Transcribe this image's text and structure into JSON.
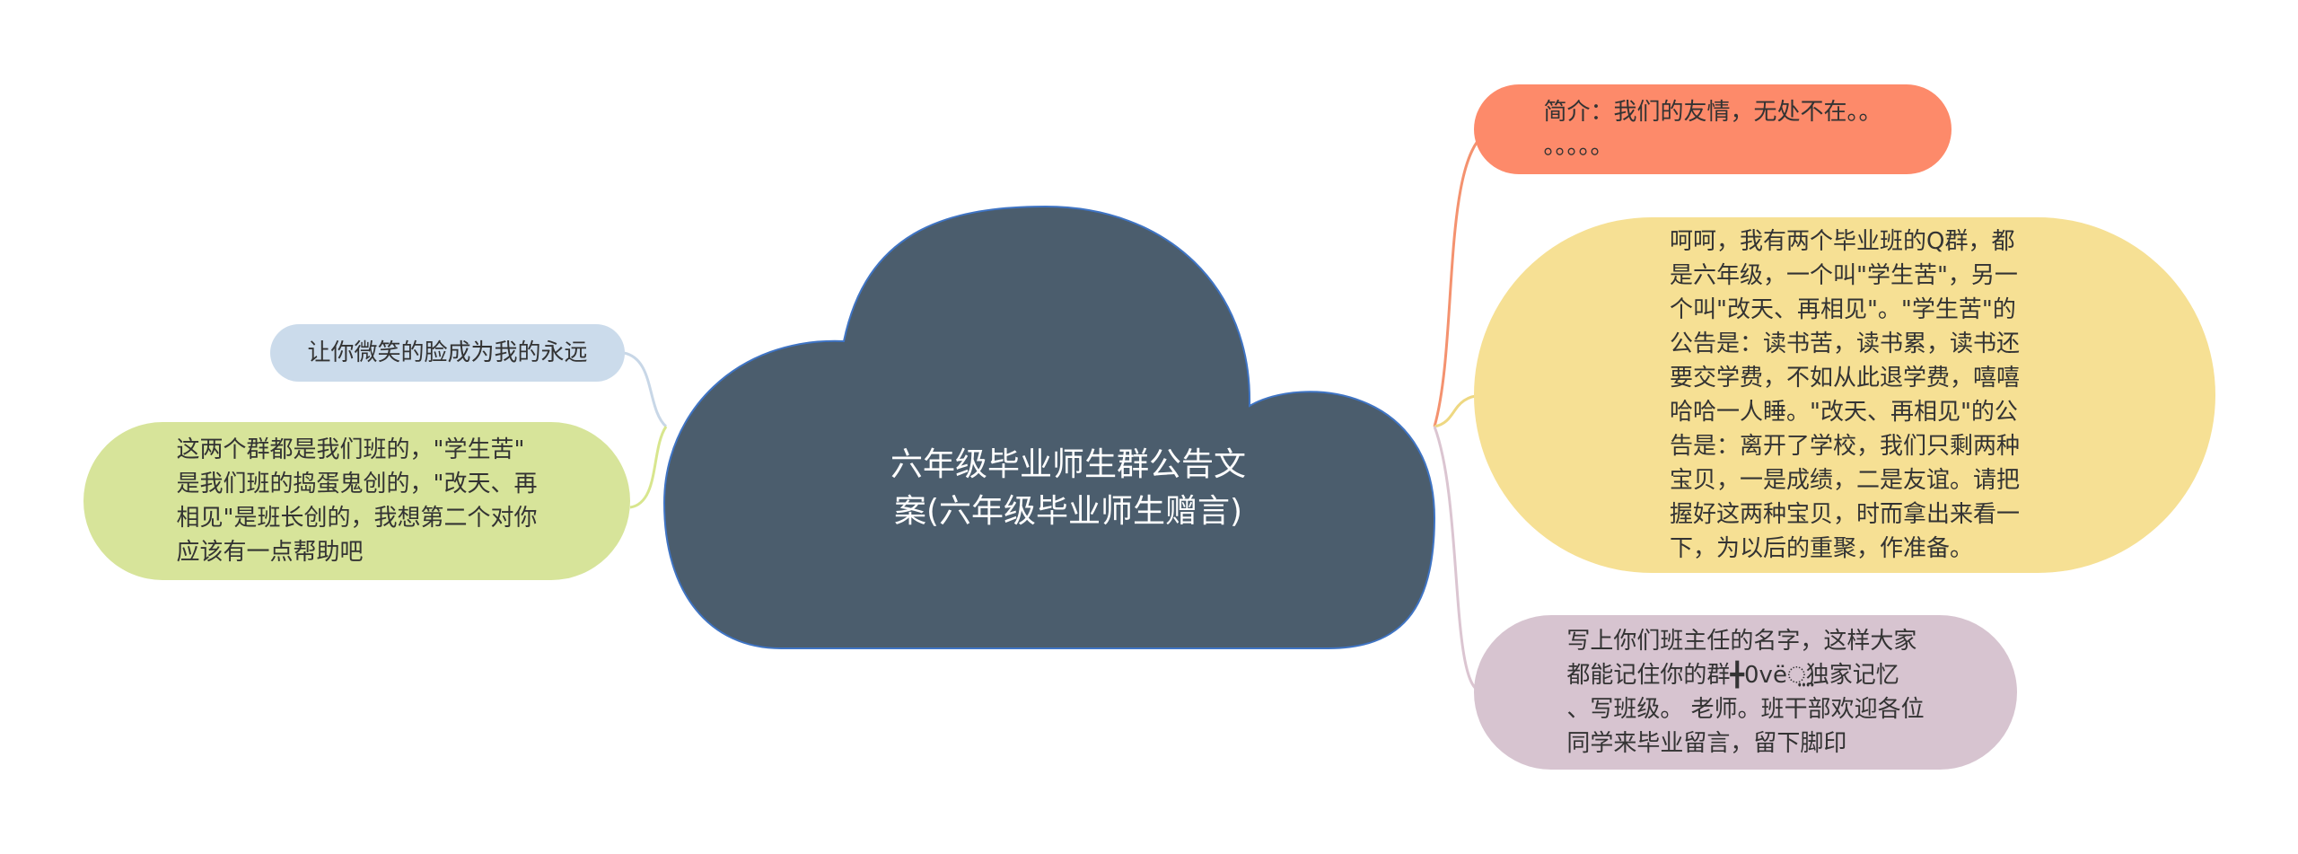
{
  "colors": {
    "center": "#4b5d6d",
    "center_border": "#3f74c4",
    "orange": "#fd8a6a",
    "yellow": "#f6e094",
    "pink": "#d7c4d0",
    "blue": "#cbdbeb",
    "green": "#d7e49a",
    "link_orange": "#f4926f",
    "link_yellow": "#eed882",
    "link_pink": "#dbc5d1",
    "link_blue": "#c8d7e7",
    "link_green": "#d8e68e"
  },
  "center": {
    "title": "六年级毕业师生群公告文\n案(六年级毕业师生赠言)"
  },
  "right_nodes": [
    {
      "id": "intro",
      "text": "简介：我们的友情，无处不在。。\n。。。。。"
    },
    {
      "id": "groups",
      "text": "呵呵，我有两个毕业班的Q群，都\n是六年级，一个叫\"学生苦\"，另一\n个叫\"改天、再相见\"。\"学生苦\"的\n公告是：读书苦，读书累，读书还\n要交学费，不如从此退学费，嘻嘻\n哈哈一人睡。\"改天、再相见\"的公\n告是：离开了学校，我们只剩两种\n宝贝，一是成绩，二是友谊。请把\n握好这两种宝贝，时而拿出来看一\n下，为以后的重聚，作准备。"
    },
    {
      "id": "teacher",
      "text": "写上你们班主任的名字，这样大家\n都能记住你的群╋0vё⵿独家记忆\n、写班级。 老师。班干部欢迎各位\n同学来毕业留言，留下脚印"
    }
  ],
  "left_nodes": [
    {
      "id": "smile",
      "text": "让你微笑的脸成为我的永远"
    },
    {
      "id": "ours",
      "text": "这两个群都是我们班的，\"学生苦\"\n是我们班的捣蛋鬼创的，\"改天、再\n相见\"是班长创的，我想第二个对你\n应该有一点帮助吧"
    }
  ]
}
